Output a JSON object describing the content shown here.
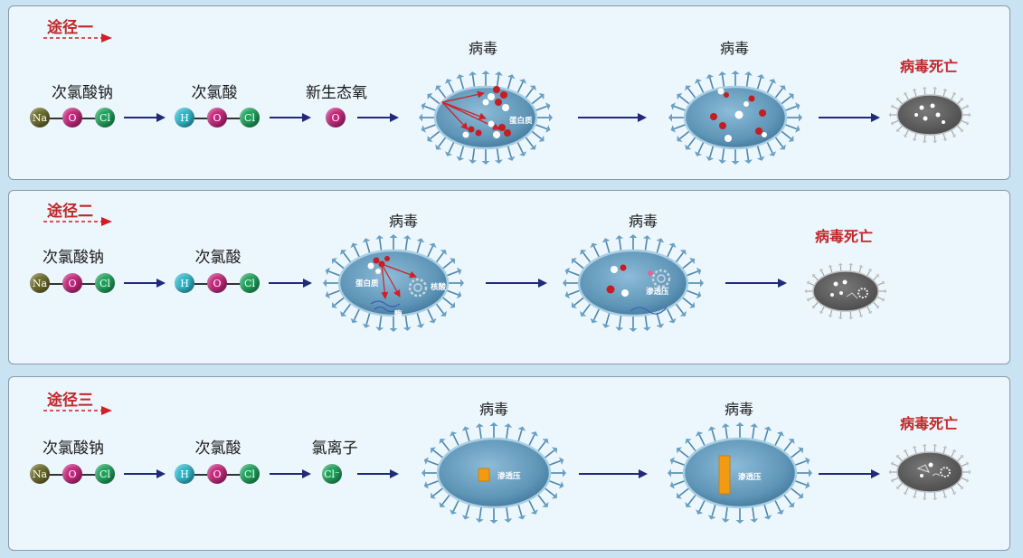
{
  "routes": [
    {
      "label": "途径一",
      "chem1": "次氯酸钠",
      "chem2": "次氯酸",
      "chem3": "新生态氧",
      "virus1": "病毒",
      "virus2": "病毒",
      "death": "病毒死亡",
      "protein": "蛋白质"
    },
    {
      "label": "途径二",
      "chem1": "次氯酸钠",
      "chem2": "次氯酸",
      "virus1": "病毒",
      "virus2": "病毒",
      "death": "病毒死亡",
      "protein": "蛋白质",
      "nucleic": "核酸",
      "enzyme": "酶",
      "osmotic": "渗透压"
    },
    {
      "label": "途径三",
      "chem1": "次氯酸钠",
      "chem2": "次氯酸",
      "chem3": "氯离子",
      "virus1": "病毒",
      "virus2": "病毒",
      "death": "病毒死亡",
      "osmotic1": "渗透压",
      "osmotic2": "渗透压"
    }
  ],
  "atoms": {
    "na": "Na",
    "o": "O",
    "cl": "Cl",
    "h": "H",
    "cl_ion": "Cl⁻"
  },
  "colors": {
    "route_label": "#c0282a",
    "flow_arrow": "#1f2a7a",
    "virus_body": "#5f95b7",
    "virus_dead": "#5d5d5d",
    "atom_na": "#6b6a2a",
    "atom_o": "#c2287c",
    "atom_cl": "#1ea05a",
    "atom_h": "#2fb6c9",
    "osmotic_bar": "#f19a12"
  },
  "icons": [
    "route-dashed-arrow-icon",
    "flow-arrow-icon",
    "virus-icon",
    "dead-virus-icon",
    "gear-icon"
  ]
}
